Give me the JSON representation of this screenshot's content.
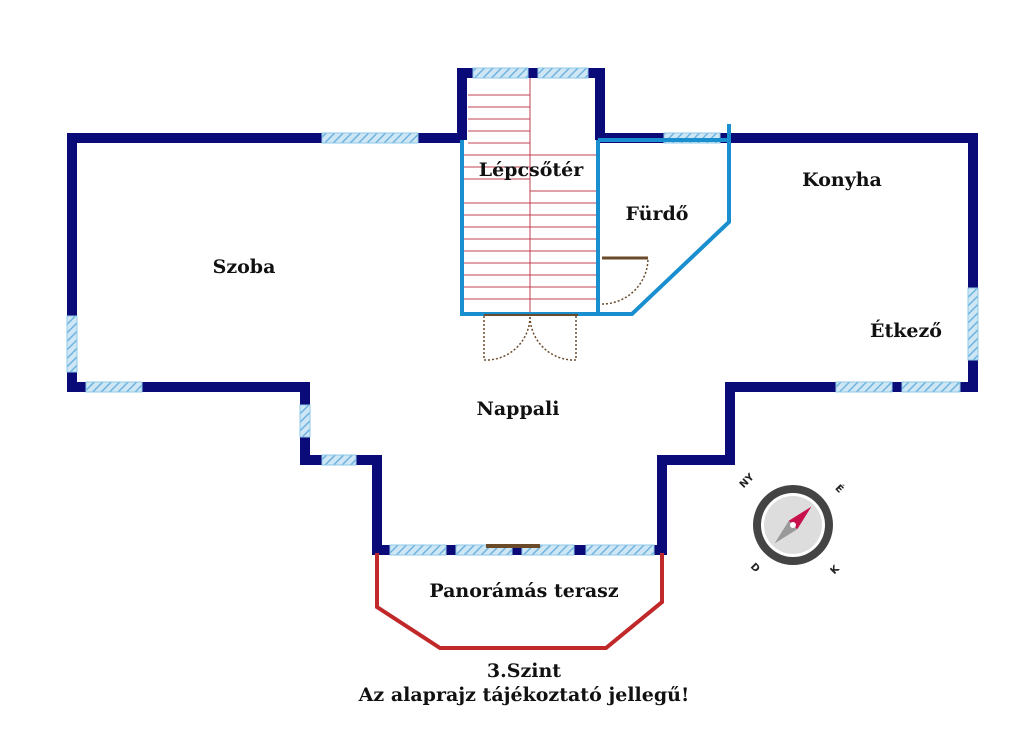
{
  "rooms": {
    "szoba": "Szoba",
    "lepcsoter": "Lépcsőtér",
    "furdo": "Fürdő",
    "konyha": "Konyha",
    "etkezo": "Étkező",
    "nappali": "Nappali",
    "terasz": "Panorámás terasz"
  },
  "caption": {
    "level": "3.Szint",
    "note": "Az alaprajz tájékoztató jellegű!"
  },
  "compass": {
    "ny": "NY",
    "e": "É",
    "d": "D",
    "k": "K"
  },
  "colors": {
    "outer_wall": "#0a0a78",
    "inner_wall": "#1a8fd0",
    "window": "#8fc8e8",
    "terrace": "#c0282a",
    "stairs": "#c04050",
    "door": "#6b4a2a",
    "needle_north": "#c8104a",
    "needle_south": "#9a9a9a"
  }
}
